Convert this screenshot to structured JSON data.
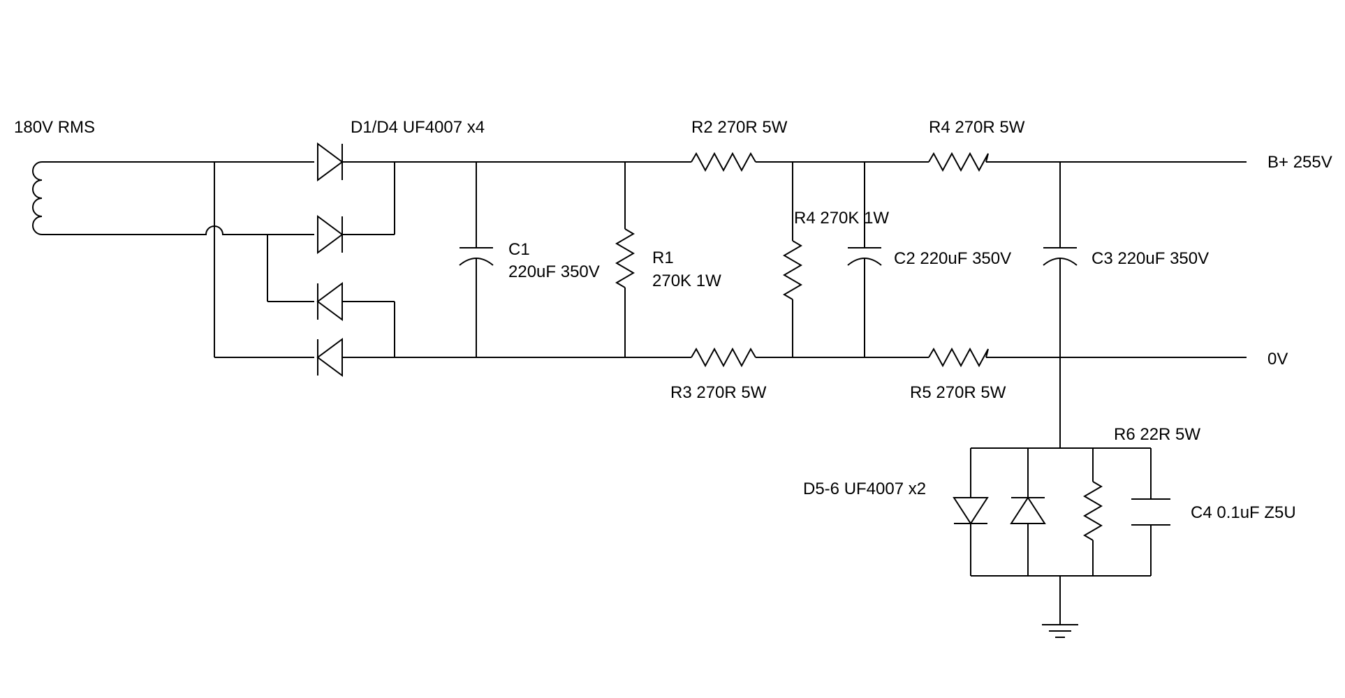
{
  "labels": {
    "transformer": "180V RMS",
    "bridge_diodes": "D1/D4 UF4007 x4",
    "c1_name": "C1",
    "c1_value": "220uF 350V",
    "r1_name": "R1",
    "r1_value": "270K 1W",
    "r2": "R2 270R 5W",
    "r3": "R3 270R 5W",
    "r4_bleeder": "R4 270K 1W",
    "c2": "C2 220uF 350V",
    "r4_series": "R4 270R 5W",
    "r5": "R5 270R 5W",
    "c3": "C3 220uF 350V",
    "b_plus": "B+ 255V",
    "zero_v": "0V",
    "r6": "R6 22R 5W",
    "d5_6": "D5-6 UF4007 x2",
    "c4": "C4 0.1uF Z5U"
  }
}
